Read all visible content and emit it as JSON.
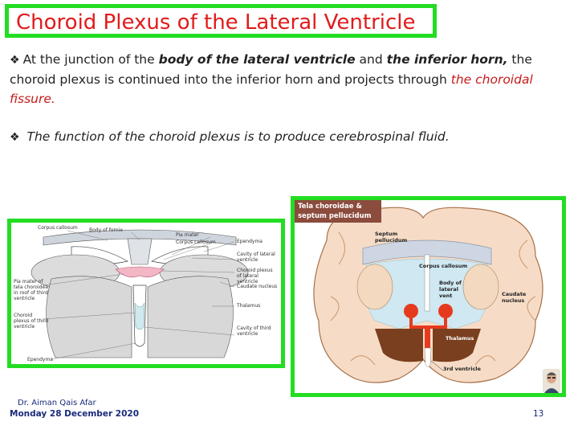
{
  "title": "Choroid Plexus of the Lateral Ventricle",
  "bullet_icon": "diamond-star-bullet-icon",
  "paragraph1": {
    "p1": "At the junction of the ",
    "p2": "body of the lateral ventricle",
    "p3": " and ",
    "p4": "the inferior horn,",
    "p5": " the choroid plexus is continued into the inferior horn and projects through ",
    "p6": "the choroidal fissure."
  },
  "paragraph2": "The function of the choroid plexus is to produce cerebrospinal fluid.",
  "left_figure": {
    "labels": {
      "corpus_callosum": "Corpus callosum",
      "body_of_fornix": "Body of fornix",
      "pia_mater": "Pia mater",
      "corpus_callosum2": "Corpus callosum",
      "ependyma_top": "Ependyma",
      "cavity_lateral": "Cavity of lateral ventricle",
      "choroid_lateral": "Choroid plexus of lateral ventricle",
      "caudate": "Caudate nucleus",
      "thalamus": "Thalamus",
      "pia_tela": "Pia mater of tela choroidea in roof of third ventricle",
      "choroid_third": "Choroid plexus of third ventricle",
      "cavity_third": "Cavity of third ventricle",
      "ependyma_bottom": "Ependyma"
    }
  },
  "right_figure": {
    "badge_line1": "Tela choroidae &",
    "badge_line2": "septum pellucidum",
    "labels": {
      "septum": "Septum pellucidum",
      "corpus_callosum": "Corpus callosum",
      "body_lateral": "Body of lateral vent",
      "caudate": "Caudate nucleus",
      "thalamus": "Thalamus",
      "third_ventricle": "3rd ventricle"
    }
  },
  "footer": {
    "author": "Dr. Aiman Qais Afar",
    "date": "Monday 28 December 2020",
    "page": "13"
  },
  "colors": {
    "title_red": "#e11b1b",
    "frame_green": "#22dd22",
    "footer_blue": "#1a2a7a",
    "badge_brown": "#8b4b3d"
  }
}
